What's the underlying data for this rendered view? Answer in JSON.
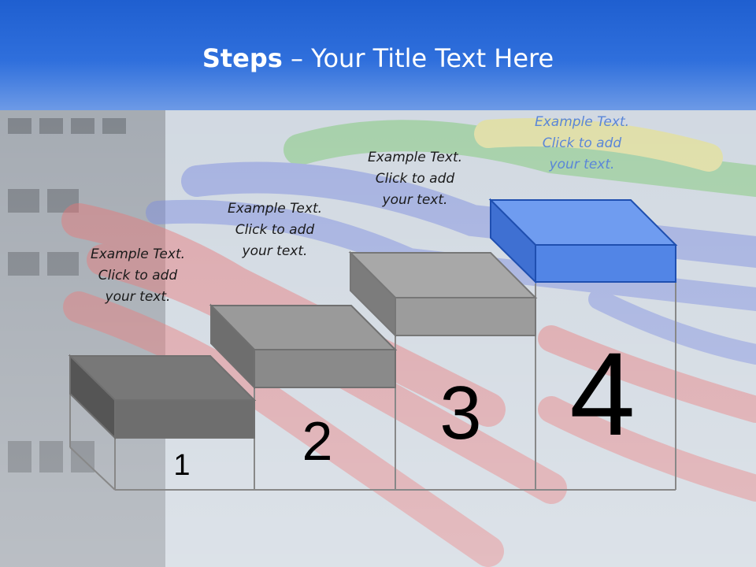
{
  "title": {
    "bold": "Steps",
    "rest": " – Your Title Text Here"
  },
  "steps": [
    {
      "number": "1",
      "lines": [
        "Example Text.",
        "Click  to add",
        "your text."
      ]
    },
    {
      "number": "2",
      "lines": [
        "Example Text.",
        "Click  to add",
        "your text."
      ]
    },
    {
      "number": "3",
      "lines": [
        "Example Text.",
        "Click  to add",
        "your text."
      ]
    },
    {
      "number": "4",
      "lines": [
        "Example Text.",
        "Click  to add",
        "your text."
      ]
    }
  ],
  "colors": {
    "title_band": "#2a66d6",
    "highlight_block": "#4f82e0",
    "grey_block": "#808080"
  }
}
